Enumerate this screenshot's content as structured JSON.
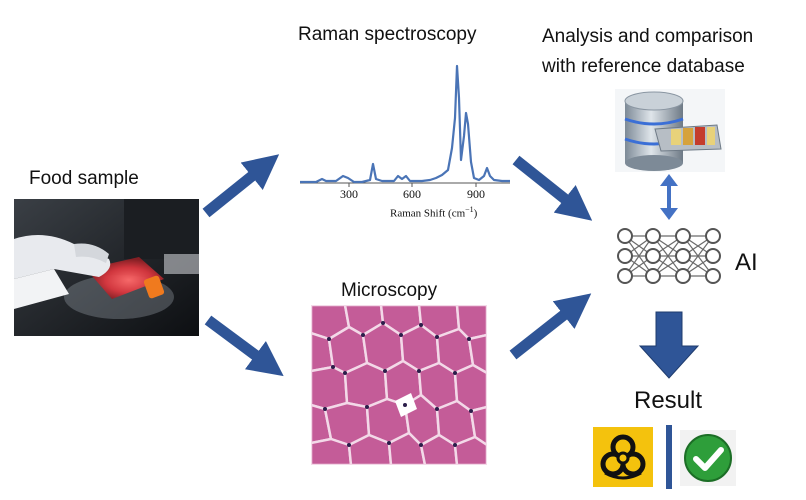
{
  "labels": {
    "raman": "Raman spectroscopy",
    "analysis_line1": "Analysis and comparison",
    "analysis_line2": "with reference database",
    "food_sample": "Food sample",
    "microscopy": "Microscopy",
    "ai": "AI",
    "result": "Result"
  },
  "raman_plot": {
    "xlabel": "Raman Shift (cm",
    "xlabel_sup": "−1",
    "xlabel_close": ")",
    "ticks": [
      "300",
      "600",
      "900"
    ]
  },
  "colors": {
    "arrow": "#2f5597",
    "spectrum": "#4a74b6",
    "double_arrow": "#4472c4",
    "hazard_bg": "#f4c20d",
    "check_green": "#2e9e3a",
    "divider": "#2f5597"
  },
  "icons": {
    "database": "database-server-icon",
    "neural_net": "neural-network-icon",
    "hazard": "biohazard-icon",
    "check": "checkmark-icon"
  }
}
